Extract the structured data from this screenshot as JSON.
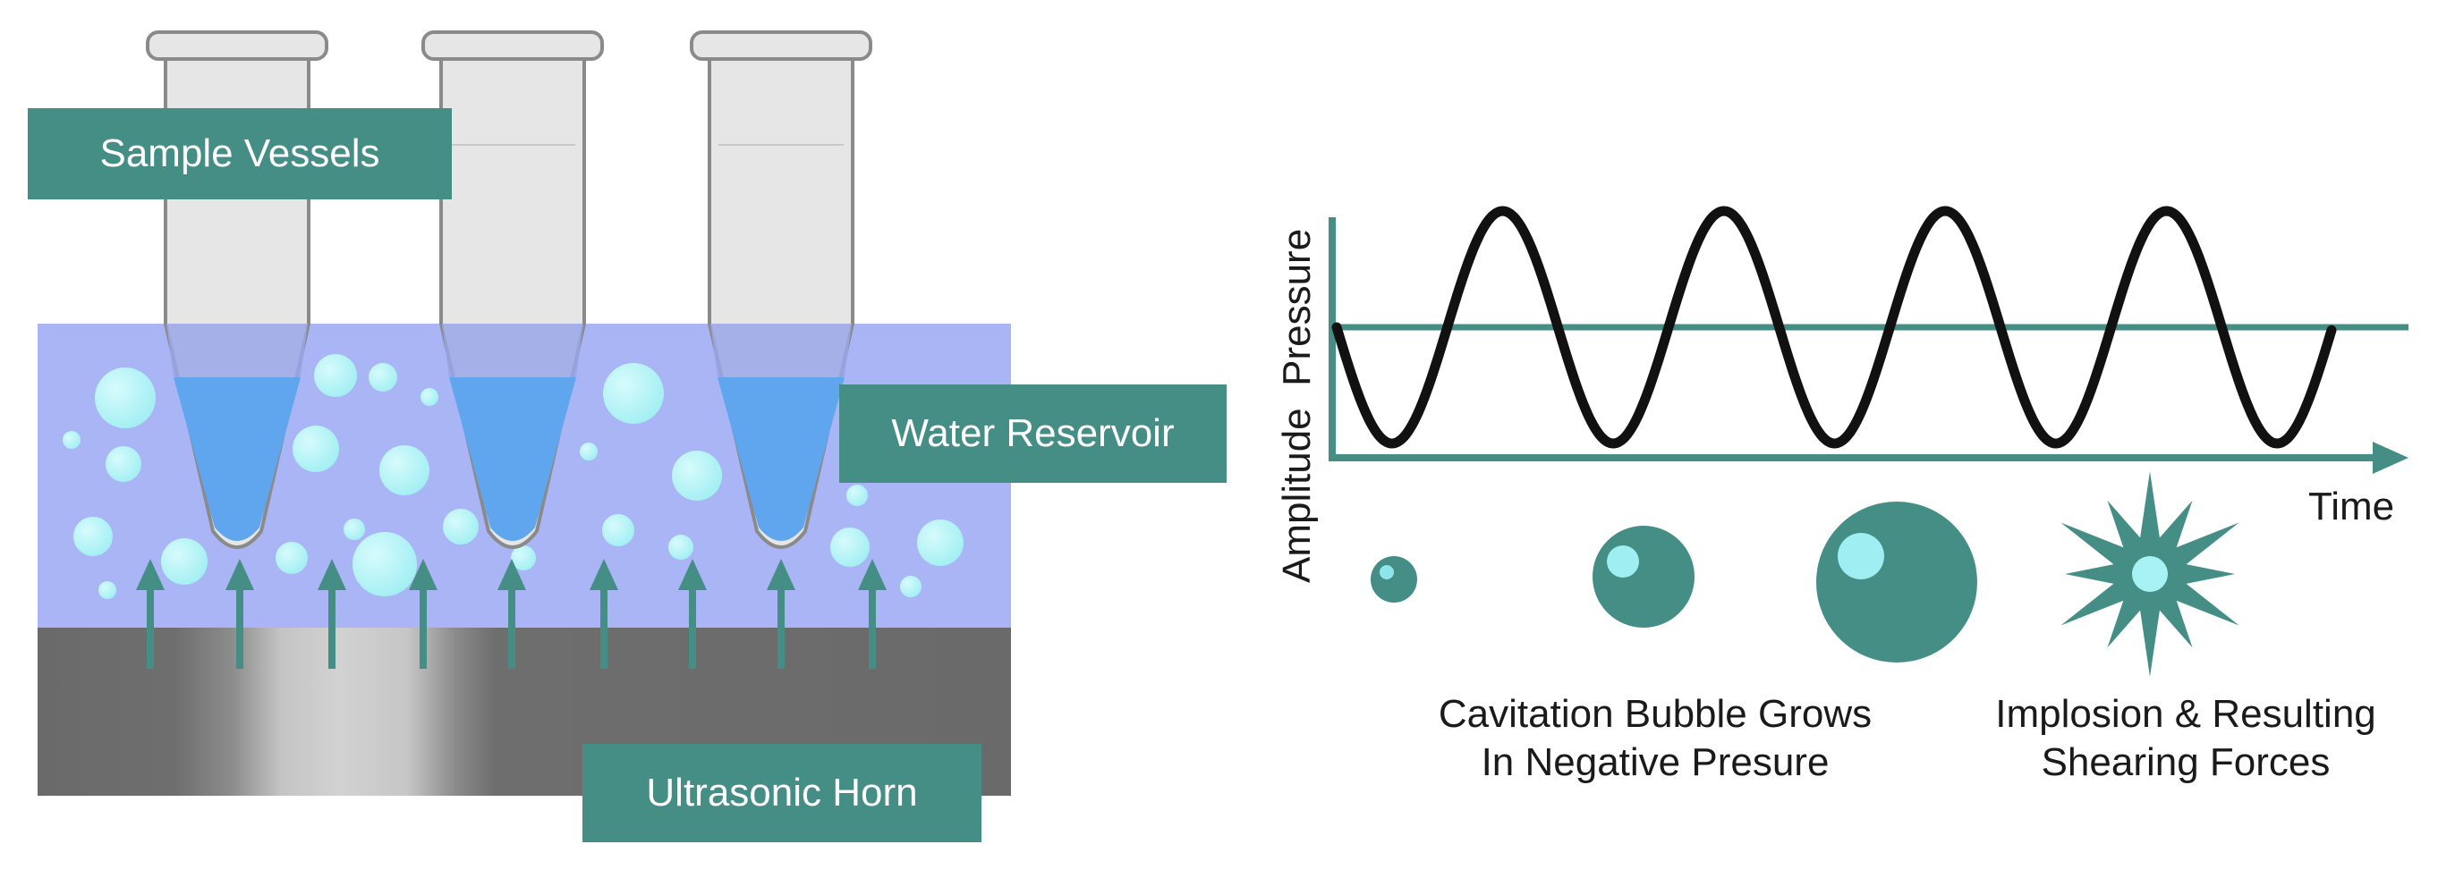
{
  "setup": {
    "sample_vessels_label": "Sample Vessels",
    "water_reservoir_label": "Water Reservoir",
    "ultrasonic_horn_label": "Ultrasonic Horn"
  },
  "wave_plot": {
    "y_axis_label": "Amplitude  Pressure",
    "x_axis_label": "Time",
    "cycles": 4
  },
  "captions": {
    "bubble_growth_line1": "Cavitation Bubble Grows",
    "bubble_growth_line2": "In Negative Presure",
    "implosion_line1": "Implosion & Resulting",
    "implosion_line2": "Shearing Forces"
  },
  "colors": {
    "teal": "#458e86",
    "water": "#a9b5f5",
    "liquid": "#5fa6ee",
    "bubble": "#a6f2f4",
    "horn": "#6e6e6e",
    "tube": "#e6e6e6",
    "tube_outline": "#8a8a8a"
  }
}
